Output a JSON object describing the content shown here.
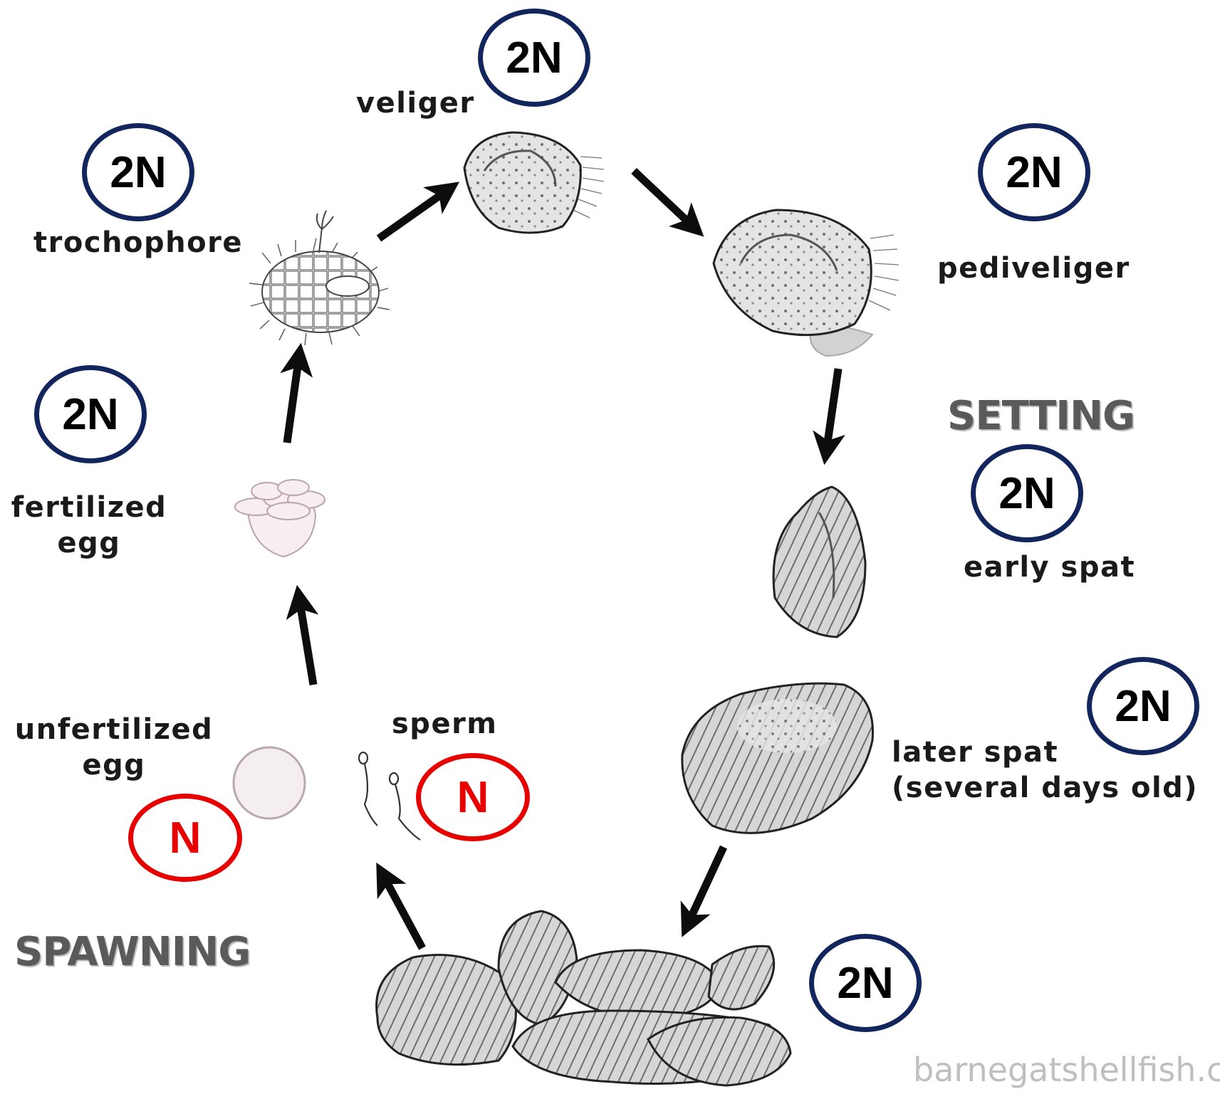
{
  "stages": {
    "veliger": "veliger",
    "trochophore": "trochophore",
    "pediveliger": "pediveliger",
    "fertilized_egg_line1": "fertilized",
    "fertilized_egg_line2": "egg",
    "early_spat": "early spat",
    "sperm": "sperm",
    "unfertilized_egg_line1": "unfertilized",
    "unfertilized_egg_line2": "egg",
    "later_spat_line1": "later spat",
    "later_spat_line2": "(several days old)"
  },
  "phases": {
    "setting": "SETTING",
    "spawning": "SPAWNING"
  },
  "ploidy": {
    "veliger": "2N",
    "trochophore": "2N",
    "pediveliger": "2N",
    "fertilized_egg": "2N",
    "early_spat": "2N",
    "later_spat": "2N",
    "adult": "2N",
    "sperm": "N",
    "unfertilized_egg": "N"
  },
  "credit": "barnegatshellfish.c",
  "colors": {
    "diploid_ring": "#12255c",
    "haploid_ring": "#e60000",
    "phase_text": "#5a5a5a",
    "arrow": "#0d0d0d"
  }
}
